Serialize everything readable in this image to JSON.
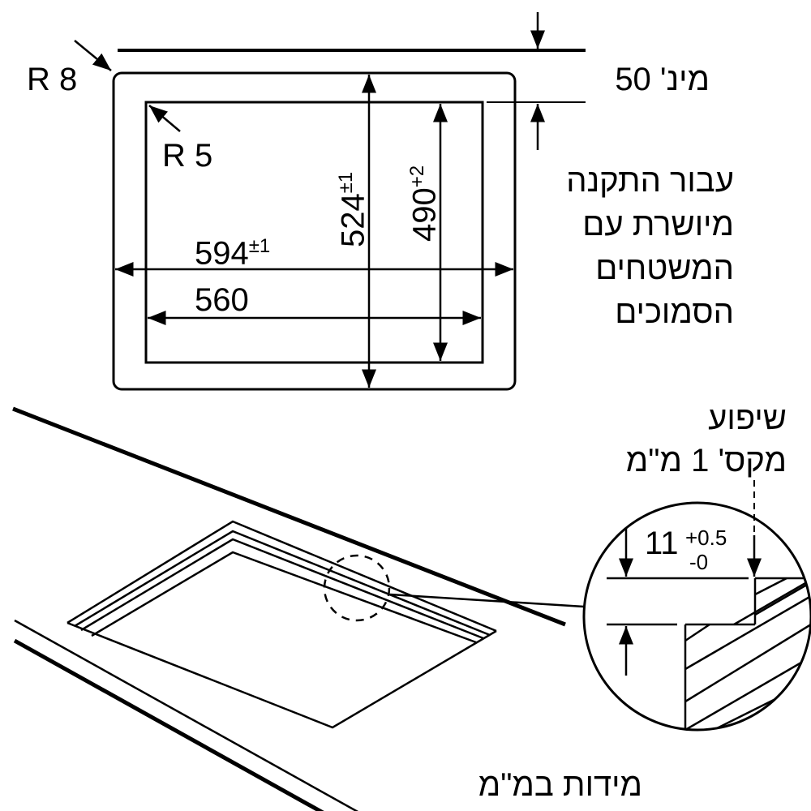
{
  "diagram": {
    "radius_outer": "R 8",
    "radius_inner": "R 5",
    "width_outer": "594",
    "width_outer_tol": "±1",
    "width_inner": "560",
    "depth_outer": "524",
    "depth_outer_tol": "±1",
    "depth_inner": "490",
    "depth_inner_tol": "+2",
    "min_distance": "מינ' 50",
    "flush_note": [
      "עבור התקנה",
      "מיושרת עם",
      "המשטחים",
      "הסמוכים"
    ],
    "slope_note": [
      "שיפוע",
      "מקס' 1 מ\"מ"
    ],
    "detail_depth": "11",
    "detail_tol_plus": "+0.5",
    "detail_tol_minus": "-0",
    "units_note": "מידות במ\"מ"
  }
}
